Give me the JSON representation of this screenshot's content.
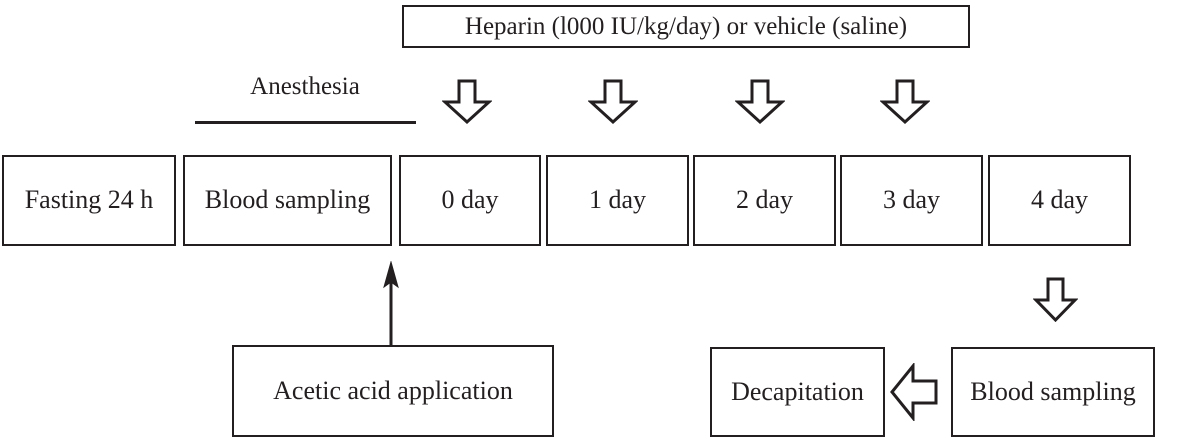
{
  "figure": {
    "treatment_banner": {
      "label": "Heparin (l000 IU/kg/day) or vehicle (saline)"
    },
    "anesthesia": {
      "label": "Anesthesia"
    },
    "timeline": {
      "steps": [
        {
          "id": "fasting",
          "label": "Fasting 24 h"
        },
        {
          "id": "blood-sampling-baseline",
          "label": "Blood sampling"
        },
        {
          "id": "day-0",
          "label": "0 day"
        },
        {
          "id": "day-1",
          "label": "1 day"
        },
        {
          "id": "day-2",
          "label": "2 day"
        },
        {
          "id": "day-3",
          "label": "3 day"
        },
        {
          "id": "day-4",
          "label": "4 day"
        }
      ]
    },
    "interventions": {
      "acetic_acid": {
        "label": "Acetic acid application"
      },
      "decapitation": {
        "label": "Decapitation"
      },
      "blood_sampling_final": {
        "label": "Blood sampling"
      }
    },
    "arrows": {
      "dose_arrows": [
        {
          "id": "dose-day-0",
          "icon": "arrow-down-hollow-icon"
        },
        {
          "id": "dose-day-1",
          "icon": "arrow-down-hollow-icon"
        },
        {
          "id": "dose-day-2",
          "icon": "arrow-down-hollow-icon"
        },
        {
          "id": "dose-day-3",
          "icon": "arrow-down-hollow-icon"
        }
      ],
      "blood_down": {
        "icon": "arrow-down-hollow-icon"
      },
      "decapitation_left": {
        "icon": "arrow-left-hollow-icon"
      },
      "acetic_up": {
        "icon": "arrow-up-solid-icon"
      }
    },
    "colors": {
      "stroke": "#231f20",
      "background": "#ffffff"
    }
  }
}
